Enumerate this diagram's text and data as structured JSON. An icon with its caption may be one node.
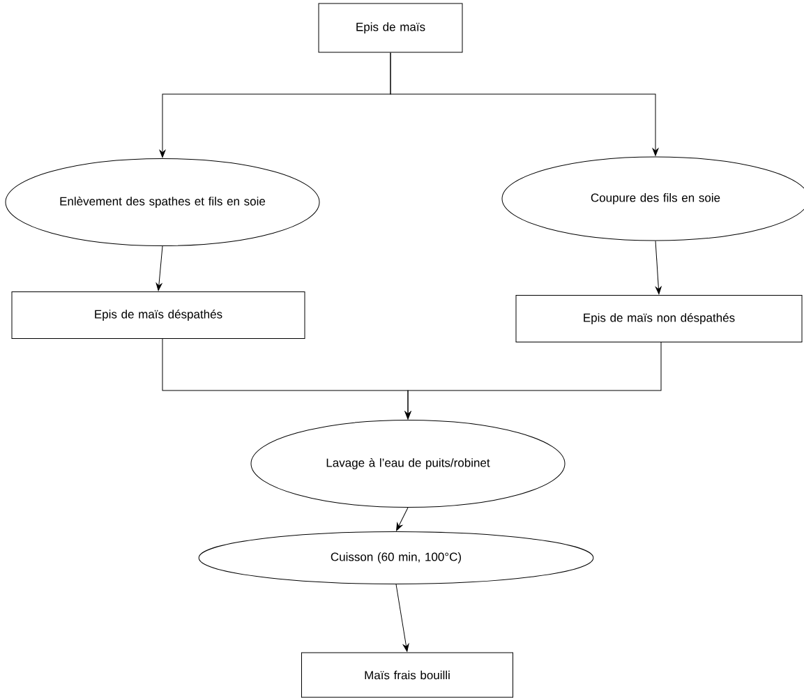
{
  "diagram": {
    "nodes": [
      {
        "text": [
          "Epis de maïs"
        ]
      },
      {
        "text": [
          "Enlèvement des spathes et fils en soie"
        ]
      },
      {
        "text": [
          "Coupure des fils en soie"
        ]
      },
      {
        "text": [
          "Epis de maïs déspathés"
        ]
      },
      {
        "text": [
          "Epis de maïs non déspathés"
        ]
      },
      {
        "text": [
          "Lavage à l’eau de puits/robinet"
        ]
      },
      {
        "text": [
          "Cuisson (60 min, 100°C)"
        ]
      },
      {
        "text": [
          "Maïs frais bouilli"
        ]
      }
    ],
    "edges": [
      {
        "from": 0,
        "to": 1,
        "arrow": "to"
      },
      {
        "from": 0,
        "to": 2,
        "arrow": "to"
      },
      {
        "from": 1,
        "to": 3,
        "arrow": "to"
      },
      {
        "from": 2,
        "to": 4,
        "arrow": "to"
      },
      {
        "from": 3,
        "to": 5,
        "arrow": "to"
      },
      {
        "from": 4,
        "to": 5,
        "arrow": "to"
      },
      {
        "from": 5,
        "to": 6,
        "arrow": "to"
      },
      {
        "from": 6,
        "to": 7,
        "arrow": "to"
      }
    ]
  }
}
